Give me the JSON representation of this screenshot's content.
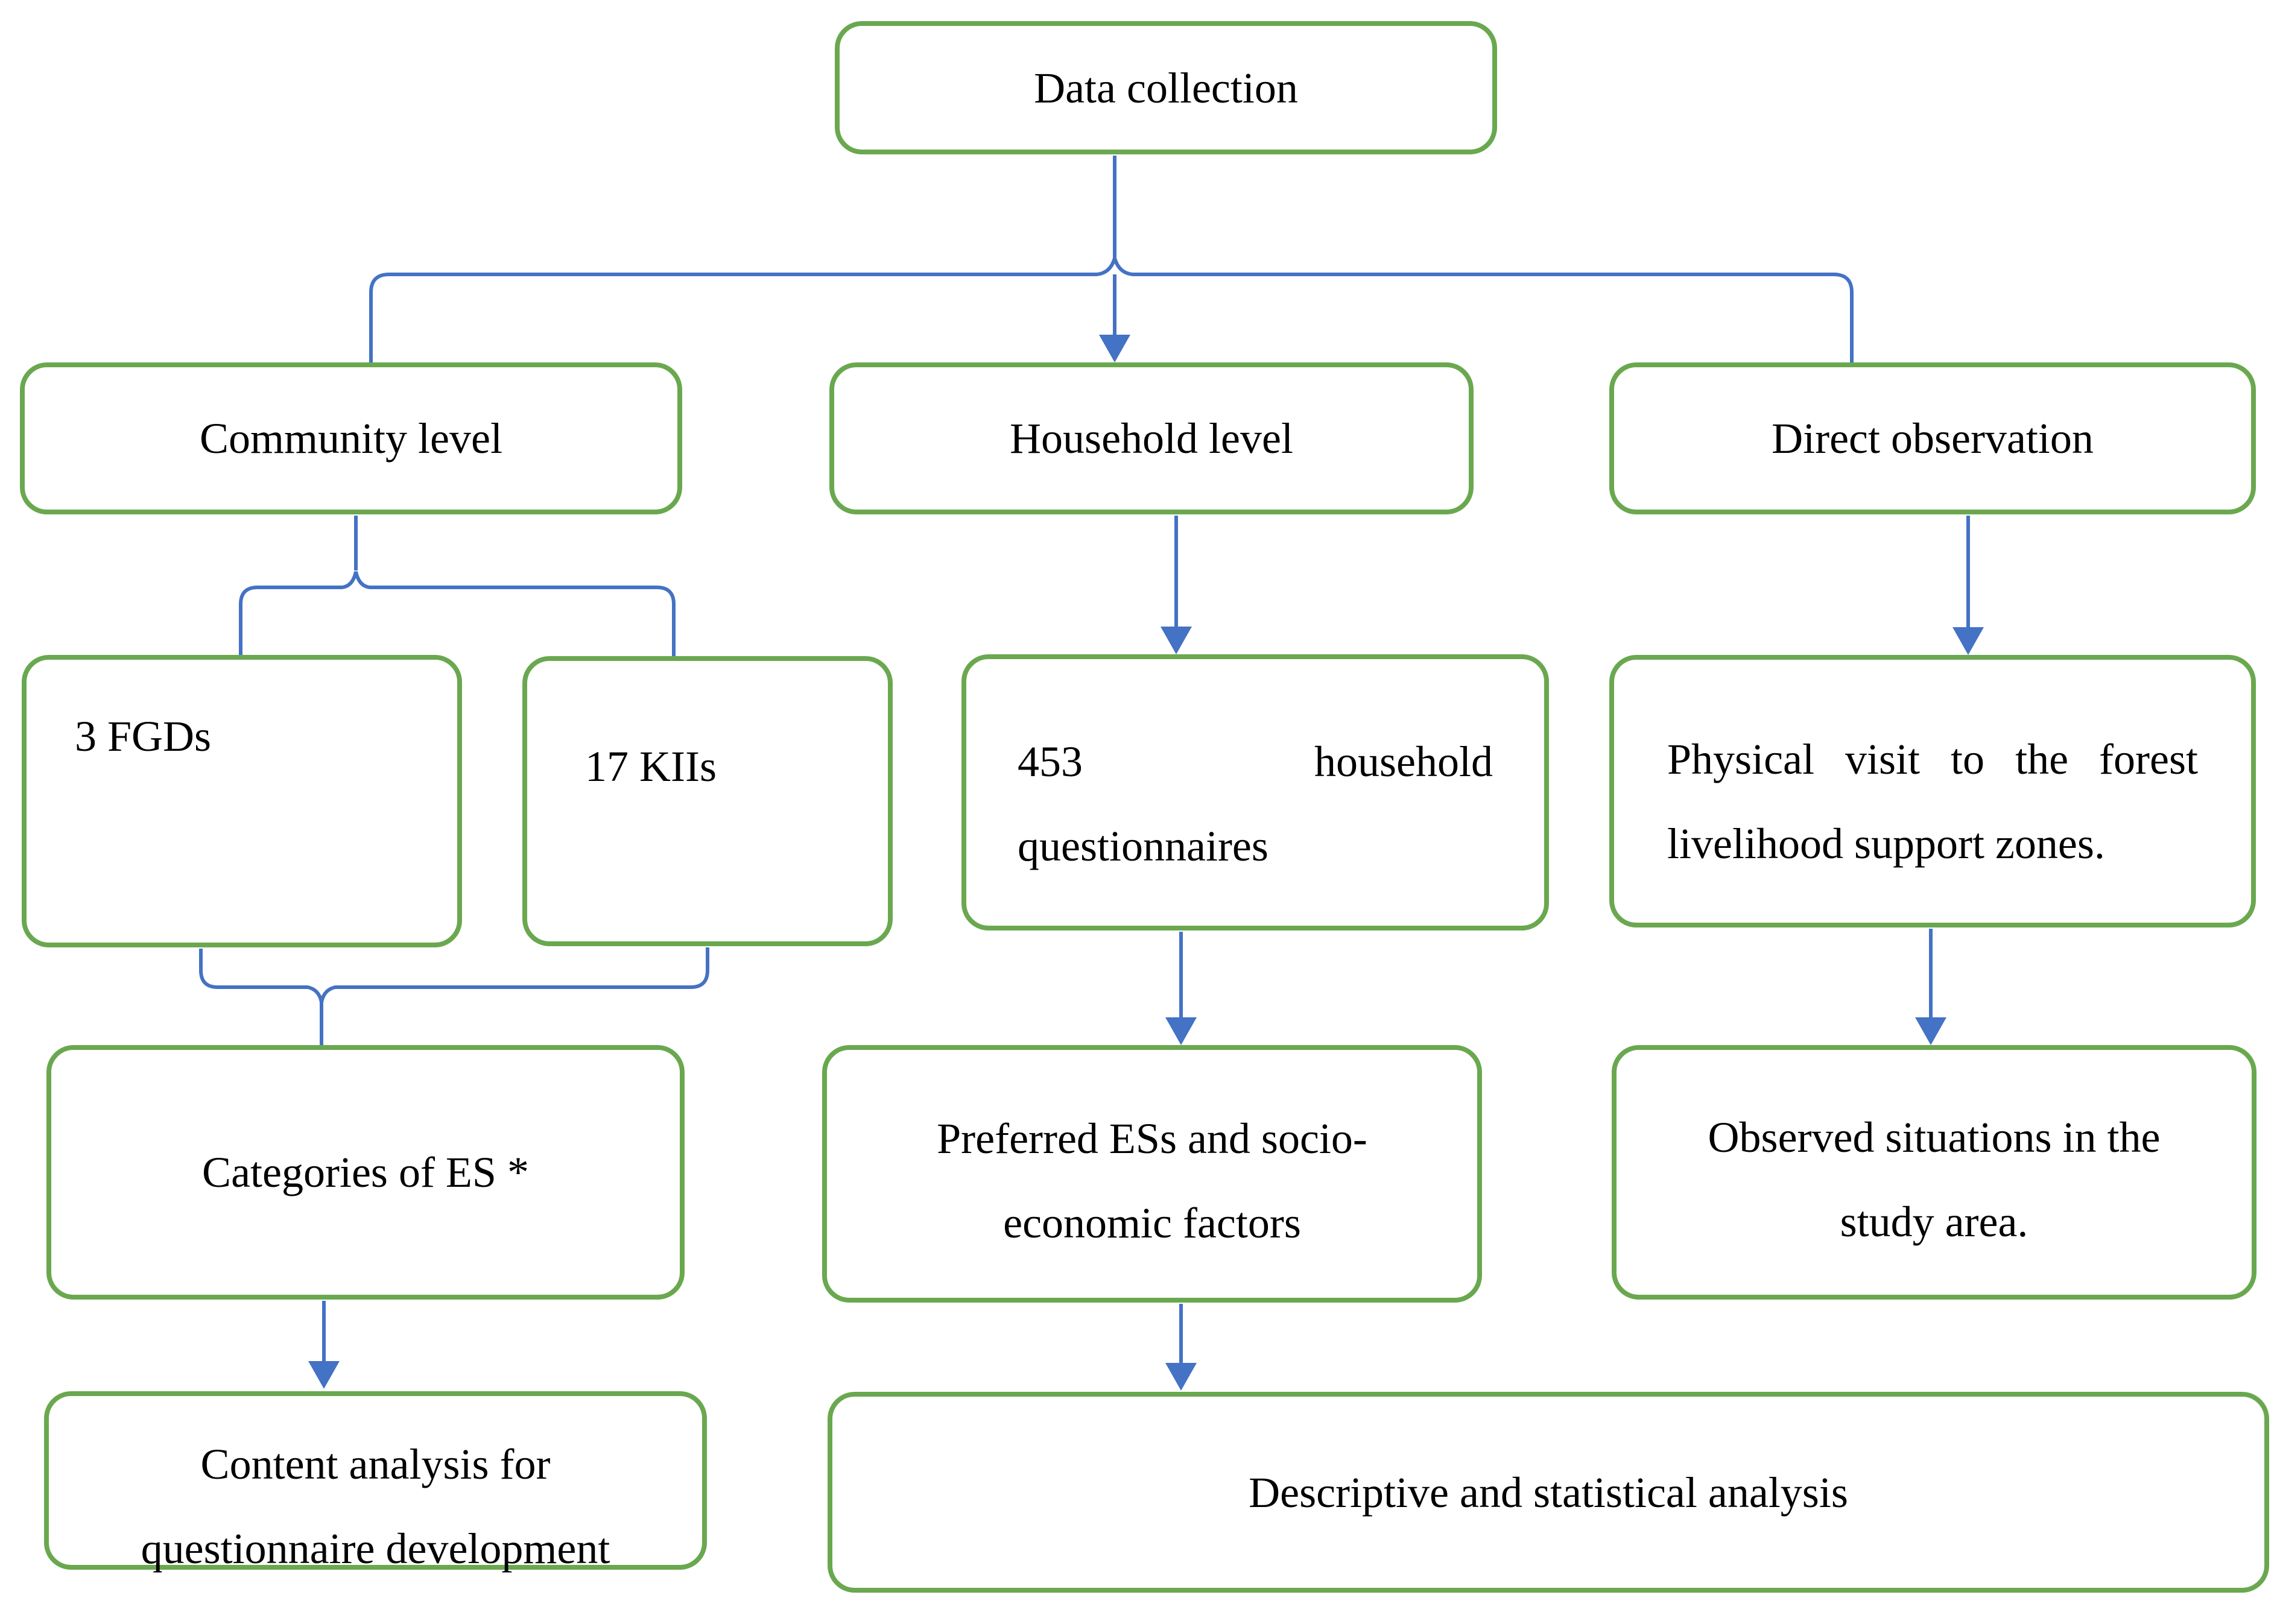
{
  "diagram": {
    "type": "flowchart",
    "colors": {
      "box_border": "#6aa84f",
      "connector": "#4472c4",
      "text": "#000000",
      "background": "#ffffff"
    },
    "nodes": {
      "data_collection": {
        "label": "Data collection"
      },
      "community_level": {
        "label": "Community level"
      },
      "household_level": {
        "label": "Household level"
      },
      "direct_observation": {
        "label": "Direct observation"
      },
      "fgds": {
        "label": "3 FGDs"
      },
      "kiis": {
        "label": "17 KIIs"
      },
      "household_questionnaires": {
        "line1": "453 household",
        "line2": "questionnaires"
      },
      "physical_visit": {
        "line1": "Physical visit to the forest",
        "line2": "livelihood support zones."
      },
      "categories_es": {
        "label": "Categories of ES *"
      },
      "preferred_ess": {
        "line1": "Preferred ESs and socio-",
        "line2": "economic factors"
      },
      "observed_situations": {
        "line1": "Observed situations in the",
        "line2": "study area."
      },
      "content_analysis": {
        "line1": "Content analysis for",
        "line2": "questionnaire development"
      },
      "descriptive_analysis": {
        "label": "Descriptive and statistical analysis"
      }
    },
    "edges": [
      "data_collection -> community_level",
      "data_collection -> household_level",
      "data_collection -> direct_observation",
      "community_level -> fgds",
      "community_level -> kiis",
      "fgds + kiis -> categories_es",
      "categories_es -> content_analysis",
      "household_level -> household_questionnaires",
      "household_questionnaires -> preferred_ess",
      "preferred_ess -> descriptive_analysis",
      "direct_observation -> physical_visit",
      "physical_visit -> observed_situations"
    ]
  }
}
